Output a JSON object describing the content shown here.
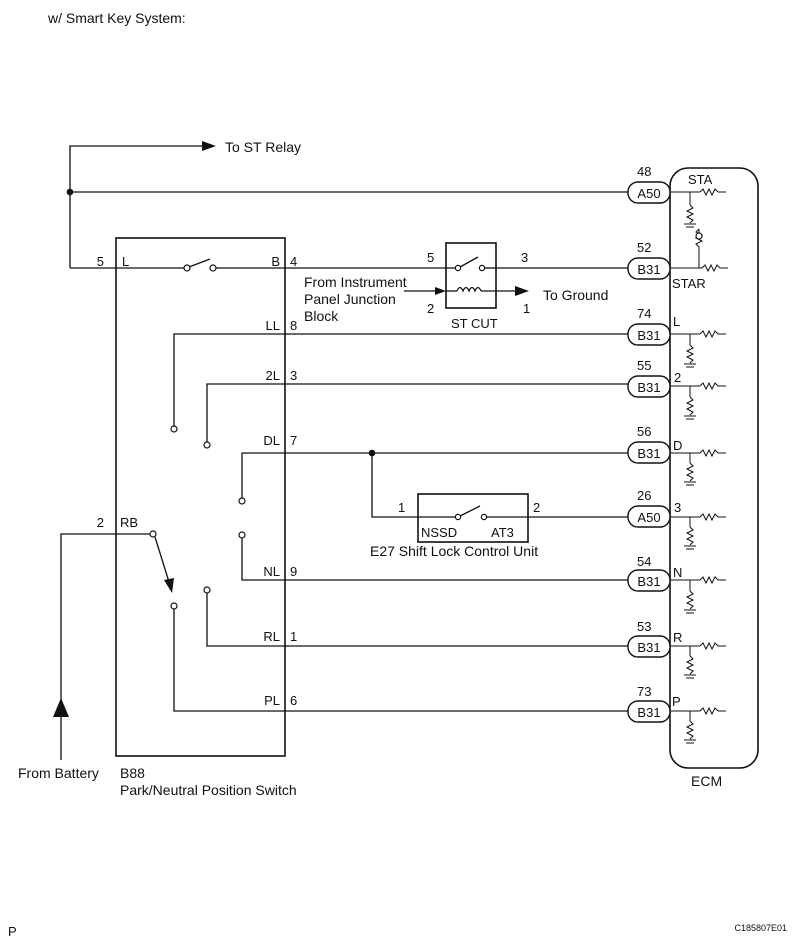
{
  "header": "w/ Smart Key System:",
  "footer_left": "P",
  "footer_code": "C185807E01",
  "labels": {
    "to_st_relay": "To ST Relay",
    "from_battery": "From Battery",
    "pnp_code": "B88",
    "pnp_name": "Park/Neutral Position Switch",
    "from_ipjb_1": "From Instrument",
    "from_ipjb_2": "Panel Junction",
    "from_ipjb_3": "Block",
    "to_ground": "To Ground",
    "st_cut": "ST CUT",
    "shift_lock": "E27  Shift Lock Control Unit",
    "nssd": "NSSD",
    "at3": "AT3",
    "ecm": "ECM"
  },
  "pnp_pins_left": [
    {
      "num": "5",
      "name": "L"
    },
    {
      "num": "2",
      "name": "RB"
    }
  ],
  "pnp_pins_right": [
    {
      "name": "B",
      "num": "4"
    },
    {
      "name": "LL",
      "num": "8"
    },
    {
      "name": "2L",
      "num": "3"
    },
    {
      "name": "DL",
      "num": "7"
    },
    {
      "name": "NL",
      "num": "9"
    },
    {
      "name": "RL",
      "num": "1"
    },
    {
      "name": "PL",
      "num": "6"
    }
  ],
  "st_cut_pins": {
    "a": "5",
    "b": "3",
    "c": "2",
    "d": "1"
  },
  "shift_lock_pins": {
    "a": "1",
    "b": "2"
  },
  "ecm_connectors": [
    {
      "pin": "48",
      "conn": "A50",
      "term": "STA"
    },
    {
      "pin": "52",
      "conn": "B31",
      "term": "STAR"
    },
    {
      "pin": "74",
      "conn": "B31",
      "term": "L"
    },
    {
      "pin": "55",
      "conn": "B31",
      "term": "2"
    },
    {
      "pin": "56",
      "conn": "B31",
      "term": "D"
    },
    {
      "pin": "26",
      "conn": "A50",
      "term": "3"
    },
    {
      "pin": "54",
      "conn": "B31",
      "term": "N"
    },
    {
      "pin": "53",
      "conn": "B31",
      "term": "R"
    },
    {
      "pin": "73",
      "conn": "B31",
      "term": "P"
    }
  ]
}
